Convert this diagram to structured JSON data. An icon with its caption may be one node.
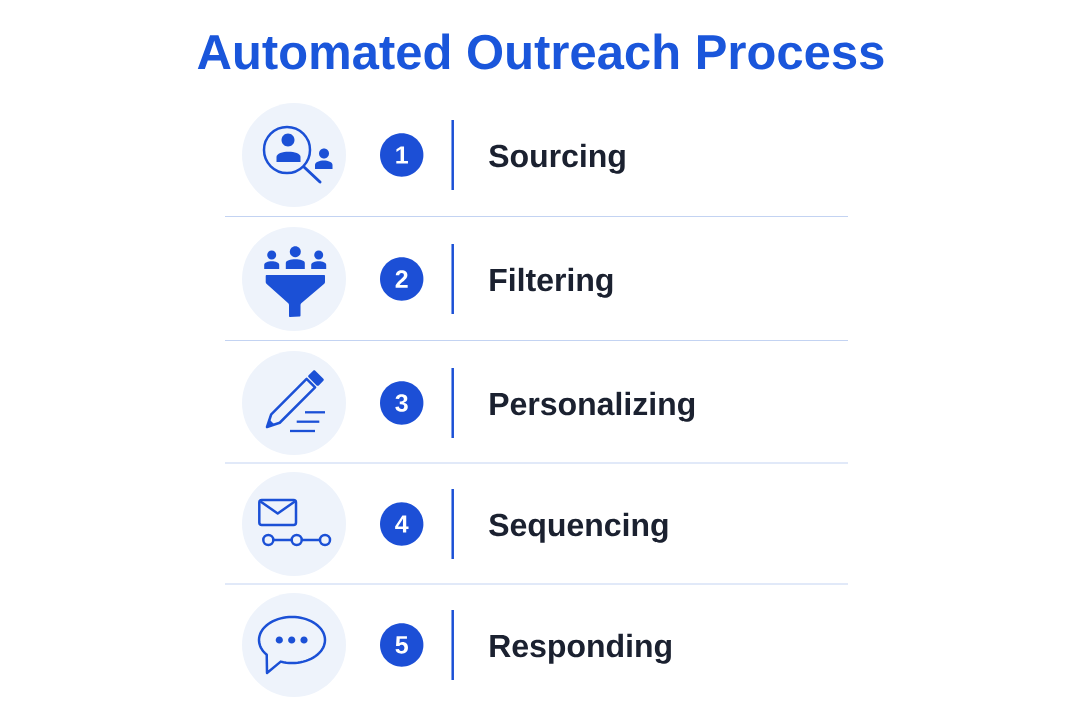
{
  "diagram": {
    "title": "Automated Outreach Process",
    "nodes": [
      {
        "text": [
          "1"
        ],
        "beside": [
          "Sourcing"
        ]
      },
      {
        "text": [
          "2"
        ],
        "beside": [
          "Filtering"
        ]
      },
      {
        "text": [
          "3"
        ],
        "beside": [
          "Personalizing"
        ]
      },
      {
        "text": [
          "4"
        ],
        "beside": [
          "Sequencing"
        ]
      },
      {
        "text": [
          "5"
        ],
        "beside": [
          "Responding"
        ]
      }
    ]
  }
}
